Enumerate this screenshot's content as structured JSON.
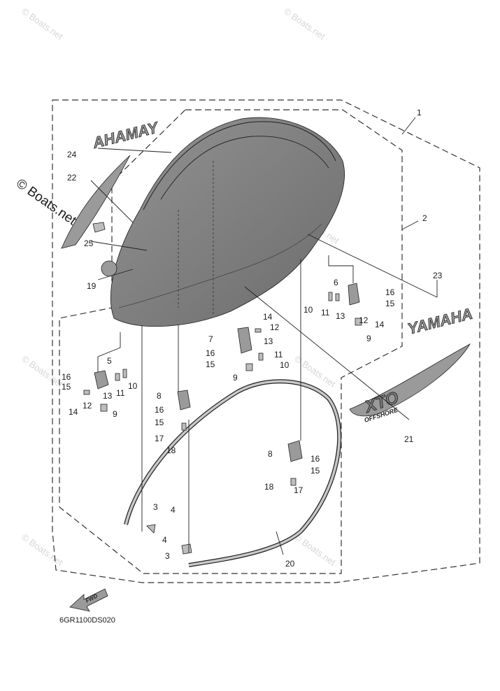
{
  "diagram": {
    "callouts": [
      {
        "id": "c1",
        "text": "1"
      },
      {
        "id": "c2",
        "text": "2"
      },
      {
        "id": "c3a",
        "text": "3"
      },
      {
        "id": "c3b",
        "text": "3"
      },
      {
        "id": "c4a",
        "text": "4"
      },
      {
        "id": "c4b",
        "text": "4"
      },
      {
        "id": "c5",
        "text": "5"
      },
      {
        "id": "c6",
        "text": "6"
      },
      {
        "id": "c7",
        "text": "7"
      },
      {
        "id": "c8a",
        "text": "8"
      },
      {
        "id": "c8b",
        "text": "8"
      },
      {
        "id": "c9a",
        "text": "9"
      },
      {
        "id": "c9b",
        "text": "9"
      },
      {
        "id": "c9c",
        "text": "9"
      },
      {
        "id": "c10a",
        "text": "10"
      },
      {
        "id": "c10b",
        "text": "10"
      },
      {
        "id": "c10c",
        "text": "10"
      },
      {
        "id": "c11a",
        "text": "11"
      },
      {
        "id": "c11b",
        "text": "11"
      },
      {
        "id": "c11c",
        "text": "11"
      },
      {
        "id": "c12a",
        "text": "12"
      },
      {
        "id": "c12b",
        "text": "12"
      },
      {
        "id": "c12c",
        "text": "12"
      },
      {
        "id": "c13a",
        "text": "13"
      },
      {
        "id": "c13b",
        "text": "13"
      },
      {
        "id": "c13c",
        "text": "13"
      },
      {
        "id": "c14a",
        "text": "14"
      },
      {
        "id": "c14b",
        "text": "14"
      },
      {
        "id": "c14c",
        "text": "14"
      },
      {
        "id": "c15a",
        "text": "15"
      },
      {
        "id": "c15b",
        "text": "15"
      },
      {
        "id": "c15c",
        "text": "15"
      },
      {
        "id": "c15d",
        "text": "15"
      },
      {
        "id": "c15e",
        "text": "15"
      },
      {
        "id": "c16a",
        "text": "16"
      },
      {
        "id": "c16b",
        "text": "16"
      },
      {
        "id": "c16c",
        "text": "16"
      },
      {
        "id": "c16d",
        "text": "16"
      },
      {
        "id": "c16e",
        "text": "16"
      },
      {
        "id": "c17a",
        "text": "17"
      },
      {
        "id": "c17b",
        "text": "17"
      },
      {
        "id": "c18a",
        "text": "18"
      },
      {
        "id": "c18b",
        "text": "18"
      },
      {
        "id": "c19",
        "text": "19"
      },
      {
        "id": "c20",
        "text": "20"
      },
      {
        "id": "c21",
        "text": "21"
      },
      {
        "id": "c22",
        "text": "22"
      },
      {
        "id": "c23",
        "text": "23"
      },
      {
        "id": "c24",
        "text": "24"
      },
      {
        "id": "c25",
        "text": "25"
      }
    ],
    "decals": {
      "brand_mirrored": "AHAMAY",
      "brand": "YAMAHA",
      "model": "XTO",
      "model_sub": "OFFSHORE",
      "fwd_arrow": "FWD"
    },
    "diagram_code": "6GR1100DS020",
    "watermark": "© Boats.net",
    "colors": {
      "line": "#222222",
      "cowling_fill": "#8f8f8f",
      "watermark": "#d6d6d6"
    }
  }
}
